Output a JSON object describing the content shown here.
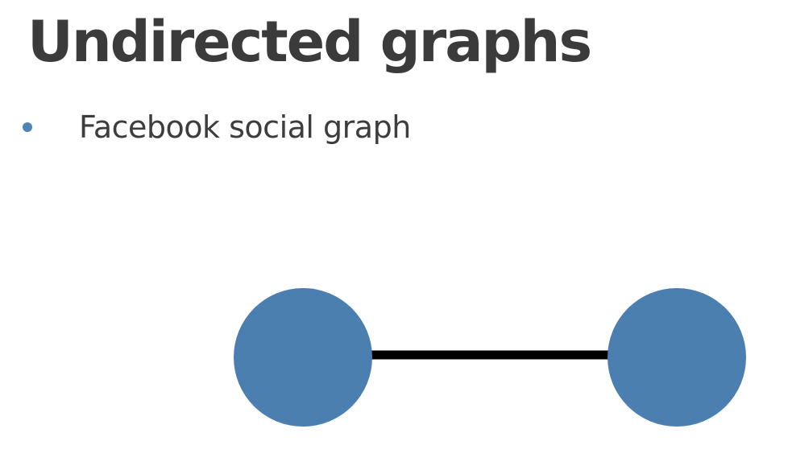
{
  "slide": {
    "title": "Undirected graphs",
    "bullets": [
      {
        "text": "Facebook social graph"
      }
    ]
  },
  "diagram": {
    "type": "undirected-graph",
    "nodes": [
      {
        "id": "left-node"
      },
      {
        "id": "right-node"
      }
    ],
    "edges": [
      {
        "from": "left-node",
        "to": "right-node",
        "directed": false
      }
    ]
  },
  "colors": {
    "node_fill": "#4a7fb0",
    "edge_stroke": "#000000",
    "bullet": "#4e83b3",
    "title_text": "#3b3b3b",
    "body_text": "#3d3d3d"
  }
}
